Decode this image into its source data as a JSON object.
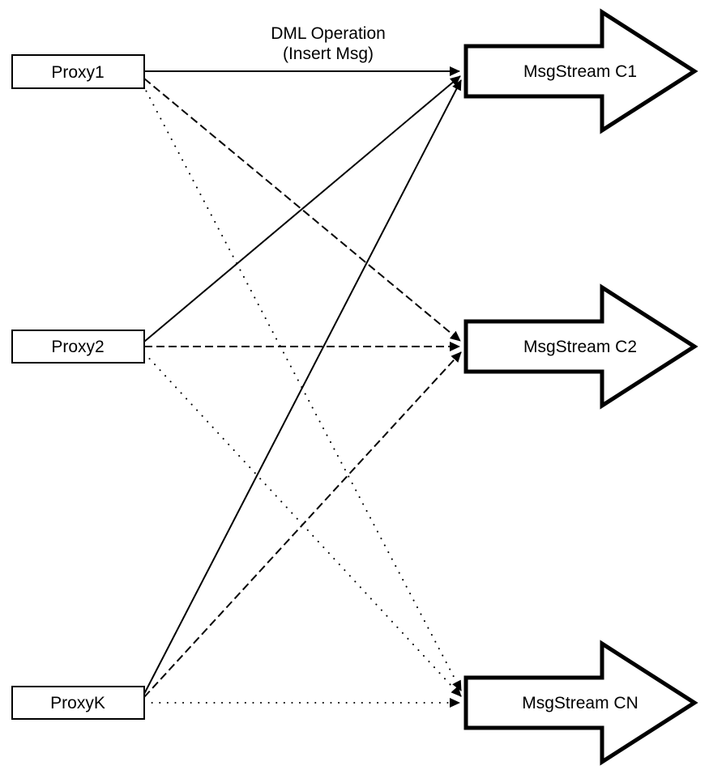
{
  "diagram": {
    "edge_label": {
      "line1": "DML Operation",
      "line2": "(Insert Msg)"
    },
    "proxies": [
      {
        "label": "Proxy1"
      },
      {
        "label": "Proxy2"
      },
      {
        "label": "ProxyK"
      }
    ],
    "streams": [
      {
        "label": "MsgStream C1"
      },
      {
        "label": "MsgStream C2"
      },
      {
        "label": "MsgStream CN"
      }
    ],
    "edges": [
      {
        "from": "Proxy1",
        "to": "MsgStream C1",
        "style": "solid",
        "label": "DML Operation (Insert Msg)"
      },
      {
        "from": "Proxy2",
        "to": "MsgStream C1",
        "style": "solid",
        "label": ""
      },
      {
        "from": "ProxyK",
        "to": "MsgStream C1",
        "style": "solid",
        "label": ""
      },
      {
        "from": "Proxy1",
        "to": "MsgStream C2",
        "style": "dashed",
        "label": ""
      },
      {
        "from": "Proxy2",
        "to": "MsgStream C2",
        "style": "dashed",
        "label": ""
      },
      {
        "from": "ProxyK",
        "to": "MsgStream C2",
        "style": "dashed",
        "label": ""
      },
      {
        "from": "Proxy1",
        "to": "MsgStream CN",
        "style": "dotted",
        "label": ""
      },
      {
        "from": "Proxy2",
        "to": "MsgStream CN",
        "style": "dotted",
        "label": ""
      },
      {
        "from": "ProxyK",
        "to": "MsgStream CN",
        "style": "dotted",
        "label": ""
      }
    ],
    "colors": {
      "stroke": "#000000",
      "fill": "#ffffff",
      "background": "#ffffff"
    }
  }
}
